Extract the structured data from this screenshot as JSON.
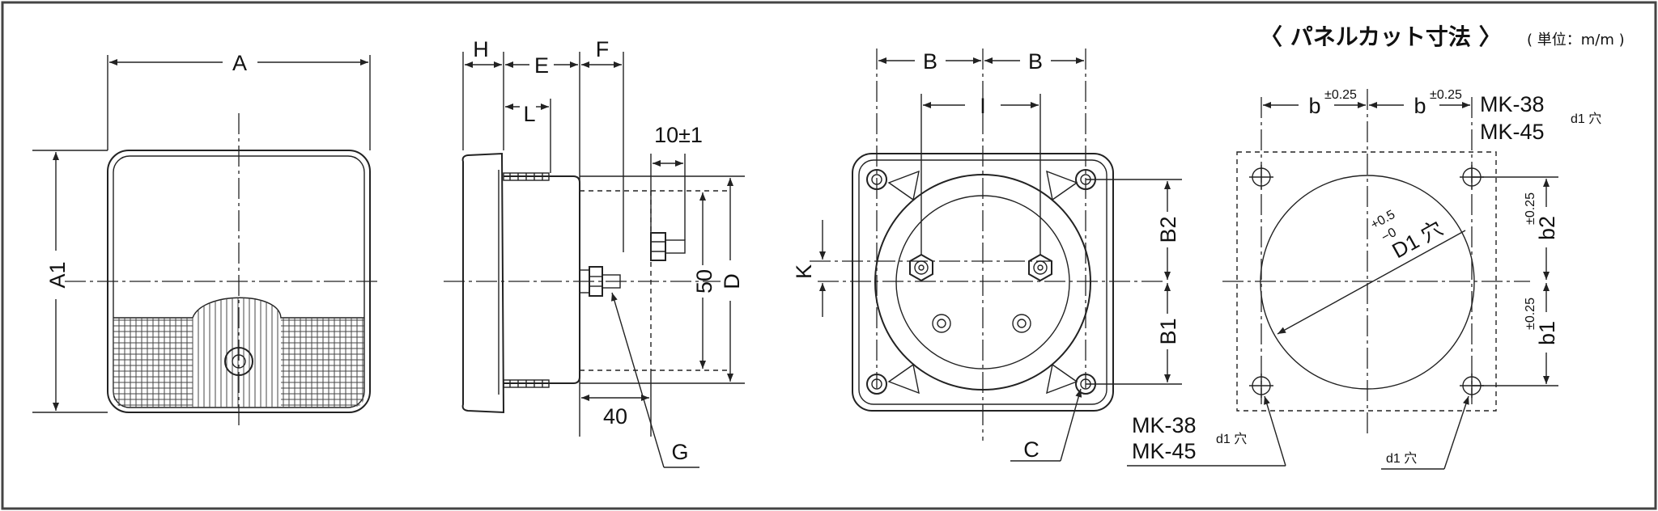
{
  "title": {
    "panel_cut": "〈 パネルカット寸法 〉",
    "unit": "( 単位：m/m )"
  },
  "front_view": {
    "dim_width": "A",
    "dim_height": "A1"
  },
  "side_view": {
    "dim_h": "H",
    "dim_e": "E",
    "dim_f": "F",
    "dim_l": "L",
    "dim_10": "10±1",
    "dim_50": "50",
    "dim_d": "D",
    "dim_40": "40",
    "label_g": "G"
  },
  "back_view": {
    "dim_b_left": "B",
    "dim_b_right": "B",
    "dim_i": "I",
    "dim_k": "K",
    "dim_b1": "B1",
    "dim_b2": "B2",
    "label_c": "C",
    "model_1": "MK-38",
    "model_2": "MK-45",
    "hole_label": "d1 穴"
  },
  "panel_cut": {
    "dim_b": "b",
    "tol_b": "±0.25",
    "tol_diam_plus": "+0.5",
    "tol_diam_minus": "−0",
    "diam_label": "D1 穴",
    "dim_b1": "b1",
    "dim_b2": "b2",
    "tol_b_vert": "±0.25",
    "model_1": "MK-38",
    "model_2": "MK-45",
    "hole_label_top": "d1 穴",
    "hole_label_bottom": "d1 穴"
  }
}
